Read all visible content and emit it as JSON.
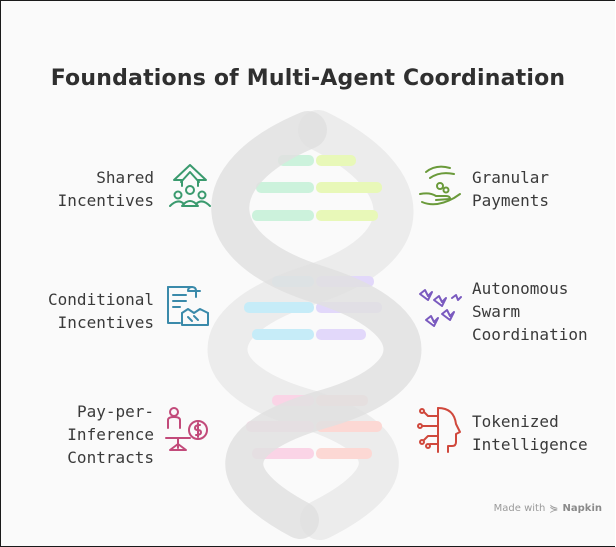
{
  "title": "Foundations of Multi-Agent Coordination",
  "items": [
    {
      "label": "Shared\nIncentives",
      "icon": "arrow-people-icon",
      "color": "#3a9a6e"
    },
    {
      "label": "Granular\nPayments",
      "icon": "hand-coins-icon",
      "color": "#6a9a3a"
    },
    {
      "label": "Conditional\nIncentives",
      "icon": "contract-handshake-icon",
      "color": "#3a8aaa"
    },
    {
      "label": "Autonomous\nSwarm\nCoordination",
      "icon": "bird-swarm-icon",
      "color": "#7a5abf"
    },
    {
      "label": "Pay-per-\nInference\nContracts",
      "icon": "person-scale-coin-icon",
      "color": "#c24a7a"
    },
    {
      "label": "Tokenized\nIntelligence",
      "icon": "ai-head-circuit-icon",
      "color": "#d0483c"
    }
  ],
  "footer": {
    "made_with": "Made with",
    "brand": "Napkin"
  },
  "colors": {
    "rung_top": [
      "#ccf2dc",
      "#e8f8b8"
    ],
    "rung_mid": [
      "#c6ecf8",
      "#e2d8fa"
    ],
    "rung_bot": [
      "#fad4e6",
      "#fcd8d4"
    ],
    "strand": "#e4e4e4"
  }
}
